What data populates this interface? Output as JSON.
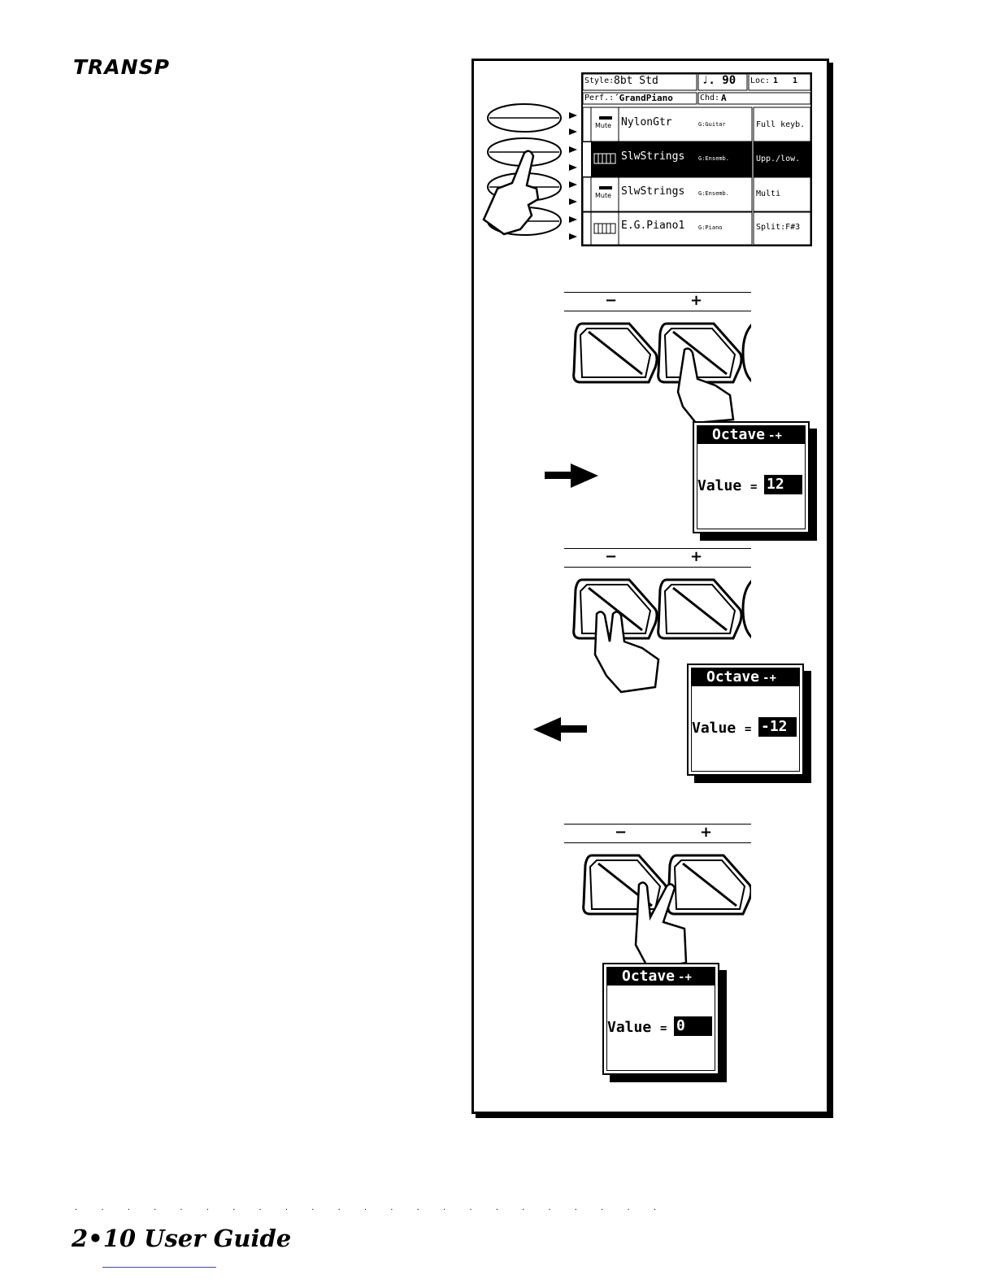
{
  "heading": "TRANSP",
  "lcd": {
    "style_label": "Style:",
    "style_value": "8bt Std",
    "tempo": "♩. 90",
    "loc_label": "Loc:",
    "loc_bar": "1",
    "loc_beat": "1",
    "perf_label": "Perf.:",
    "perf_value": "´GrandPiano",
    "chord_label": "Chd:",
    "chord_value": "A",
    "tracks": [
      {
        "name": "NylonGtr",
        "group": "G:Guitar",
        "mode": "Full keyb.",
        "icon": "Mute",
        "selected": false
      },
      {
        "name": "SlwStrings",
        "group": "G:Ensemb.",
        "mode": "Upp./low.",
        "icon": "keys",
        "selected": true
      },
      {
        "name": "SlwStrings",
        "group": "G:Ensemb.",
        "mode": "Multi",
        "icon": "Mute",
        "selected": false
      },
      {
        "name": "E.G.Piano1",
        "group": "G:Piano",
        "mode": "Split:F#3",
        "icon": "keys",
        "selected": false
      }
    ]
  },
  "steps": [
    {
      "minus": "−",
      "plus": "+",
      "popup_title": "Octave",
      "popup_suffix": "-+",
      "value_label": "Value",
      "equals": "=",
      "value": "12",
      "arrow": "right"
    },
    {
      "minus": "−",
      "plus": "+",
      "popup_title": "Octave",
      "popup_suffix": "-+",
      "value_label": "Value",
      "equals": "=",
      "value": "-12",
      "arrow": "left"
    },
    {
      "minus": "−",
      "plus": "+",
      "popup_title": "Octave",
      "popup_suffix": "-+",
      "value_label": "Value",
      "equals": "=",
      "value": "0",
      "arrow": "none"
    }
  ],
  "footer": {
    "dots": ". . . . . . . . . . . . . . . . . . . . . . .",
    "title": "2•10  User Guide"
  },
  "colors": {
    "ink": "#000000",
    "paper": "#ffffff",
    "footer_rule": "#3b47b8"
  }
}
